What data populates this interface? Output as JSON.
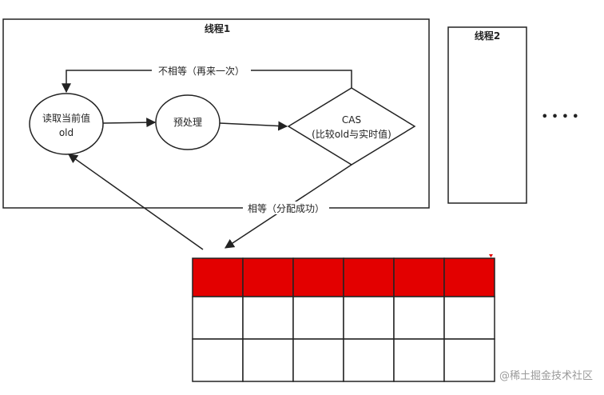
{
  "thread1": {
    "title": "线程1"
  },
  "thread2": {
    "title": "线程2"
  },
  "ellipsis": "• • • •",
  "nodes": {
    "read": {
      "line1": "读取当前值",
      "line2": "old"
    },
    "preprocess": {
      "label": "预处理"
    },
    "cas": {
      "line1": "CAS",
      "line2": "(比较old与实时值)"
    }
  },
  "edges": {
    "not_equal": "不相等（再来一次）",
    "equal": "相等（分配成功）"
  },
  "memory_grid": {
    "rows": 3,
    "cols": 6,
    "allocated_row_color": "#e30000",
    "free_cell_color": "#ffffff"
  },
  "watermark": "@稀土掘金技术社区"
}
